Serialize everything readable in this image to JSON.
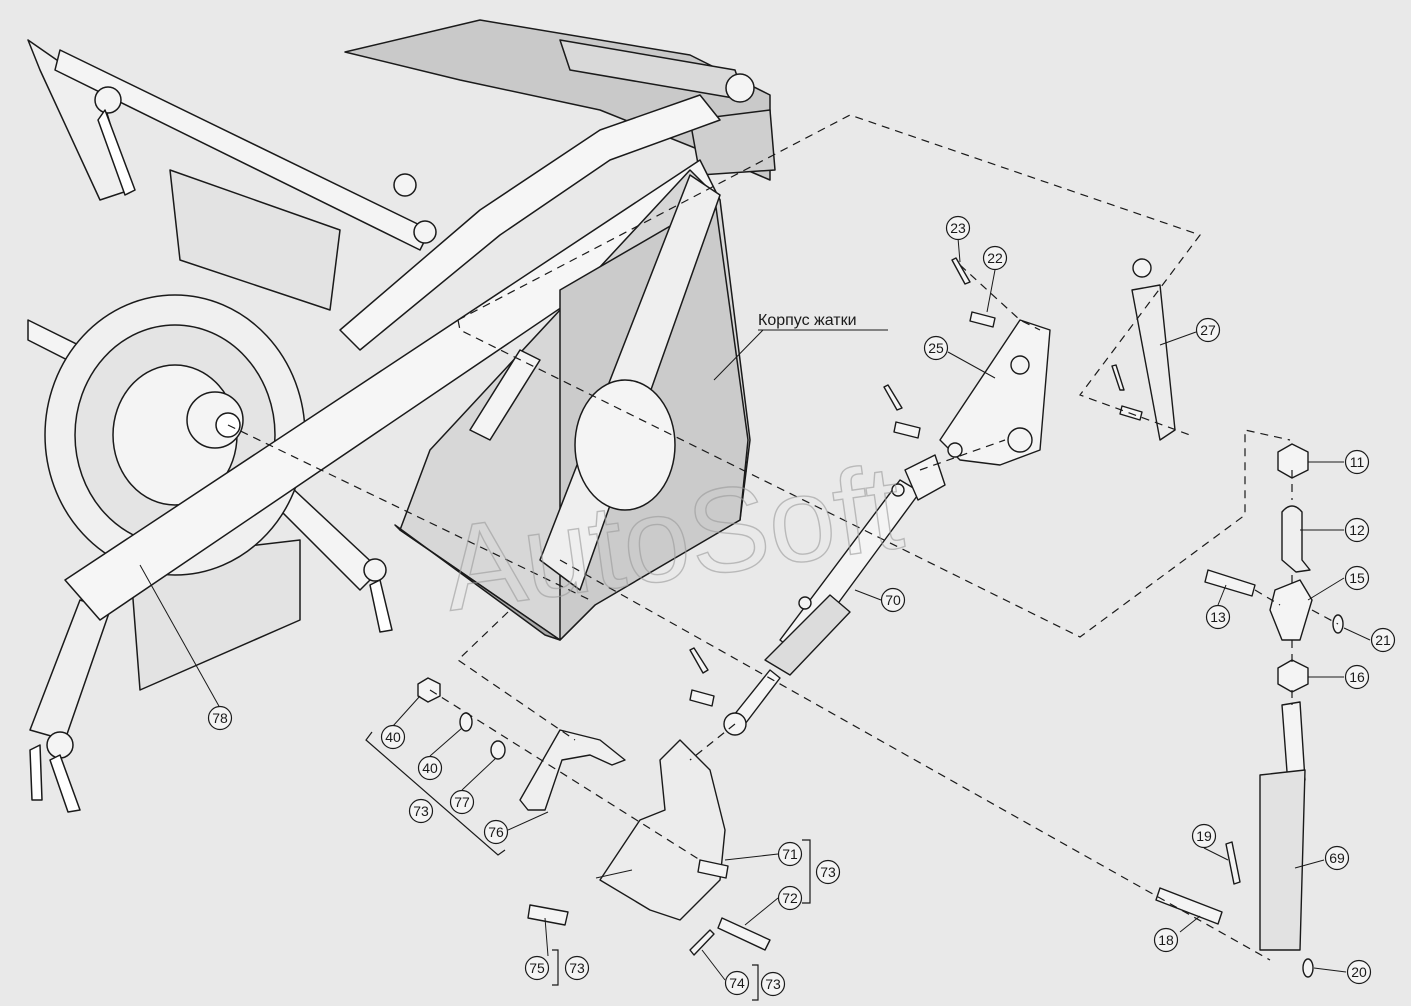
{
  "labels": {
    "body_label": "Корпус жатки",
    "watermark": "AutoSoft"
  },
  "callouts": [
    {
      "id": "c23",
      "text": "23"
    },
    {
      "id": "c22",
      "text": "22"
    },
    {
      "id": "c25",
      "text": "25"
    },
    {
      "id": "c27",
      "text": "27"
    },
    {
      "id": "c11",
      "text": "11"
    },
    {
      "id": "c12",
      "text": "12"
    },
    {
      "id": "c15",
      "text": "15"
    },
    {
      "id": "c13",
      "text": "13"
    },
    {
      "id": "c21",
      "text": "21"
    },
    {
      "id": "c16",
      "text": "16"
    },
    {
      "id": "c70",
      "text": "70"
    },
    {
      "id": "c78",
      "text": "78"
    },
    {
      "id": "c40a",
      "text": "40"
    },
    {
      "id": "c40b",
      "text": "40"
    },
    {
      "id": "c77",
      "text": "77"
    },
    {
      "id": "c73a",
      "text": "73"
    },
    {
      "id": "c76",
      "text": "76"
    },
    {
      "id": "c71",
      "text": "71"
    },
    {
      "id": "c73b",
      "text": "73"
    },
    {
      "id": "c72",
      "text": "72"
    },
    {
      "id": "c75",
      "text": "75"
    },
    {
      "id": "c73c",
      "text": "73"
    },
    {
      "id": "c74",
      "text": "74"
    },
    {
      "id": "c73d",
      "text": "73"
    },
    {
      "id": "c19",
      "text": "19"
    },
    {
      "id": "c69",
      "text": "69"
    },
    {
      "id": "c18",
      "text": "18"
    },
    {
      "id": "c20",
      "text": "20"
    }
  ],
  "colors": {
    "background": "#e9e9e9",
    "part_fill": "#f4f4f4",
    "shade": "#c9c9c9",
    "dark_shade": "#a9a9a9",
    "line": "#1a1a1a"
  }
}
